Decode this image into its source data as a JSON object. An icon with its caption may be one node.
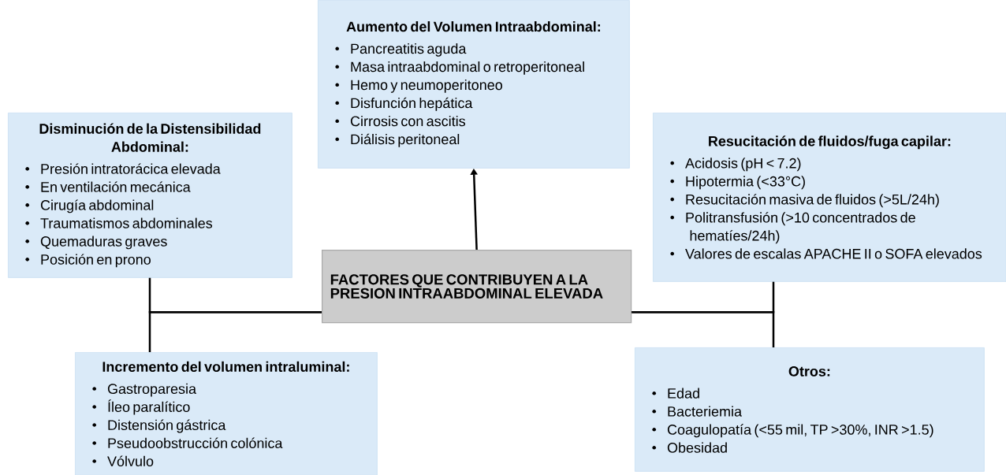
{
  "diagram": {
    "nodes": [
      {
        "text": [
          "Aumento del Volumen Intraabdominal:",
          "Pancreatitis aguda",
          "Masa intraabdominal o retroperitoneal",
          "Hemo y neumoperitoneo",
          "Disfunción hepática",
          "Cirrosis con ascitis",
          "Diálisis peritoneal"
        ]
      },
      {
        "text": [
          "Disminución de la Distensibilidad Abdominal:",
          "Presión intratorácica elevada",
          "En ventilación mecánica",
          "Cirugía abdominal",
          "Traumatismos abdominales",
          "Quemaduras graves",
          "Posición en prono"
        ]
      },
      {
        "text": [
          "FACTORES QUE CONTRIBUYEN A LA PRESION INTRAABDOMINAL ELEVADA"
        ]
      },
      {
        "text": [
          "Resucitación de fluidos/fuga capilar:",
          "Acidosis (pH < 7.2)",
          "Hipotermia (<33°C)",
          "Resucitación masiva de fluidos (>5L/24h)",
          "Politransfusión (>10 concentrados de hematíes/24h)",
          "Valores de escalas APACHE II o SOFA elevados"
        ]
      },
      {
        "text": [
          "Incremento del volumen intraluminal:",
          "Gastroparesia",
          "Íleo paralítico",
          "Distensión gástrica",
          "Pseudoobstrucción colónica",
          "Vólvulo"
        ]
      },
      {
        "text": [
          "Otros:",
          "Edad",
          "Bacteriemia",
          "Coagulopatía (<55 mil, TP >30%, INR >1.5)",
          "Obesidad"
        ]
      }
    ],
    "edges": [
      {
        "from": 2,
        "to": 0,
        "arrow": "to"
      },
      {
        "from": 2,
        "to": 1,
        "arrow": "none"
      },
      {
        "from": 2,
        "to": 4,
        "arrow": "none"
      },
      {
        "from": 2,
        "to": 3,
        "arrow": "none"
      },
      {
        "from": 2,
        "to": 5,
        "arrow": "none"
      }
    ]
  }
}
